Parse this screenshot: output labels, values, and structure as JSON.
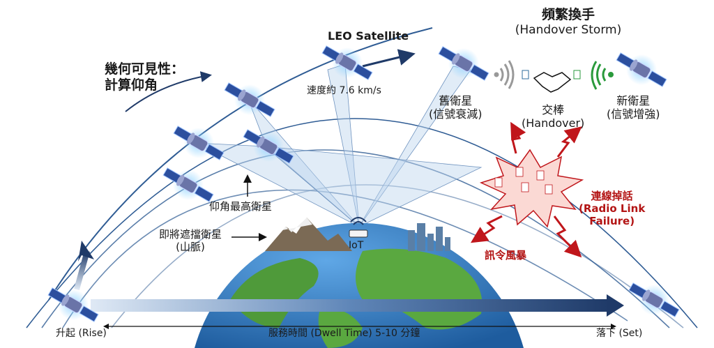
{
  "title": {
    "line1": "頻繁換手",
    "line2": "(Handover Storm)"
  },
  "leo_label": "LEO Satellite",
  "geometry": {
    "line1": "幾何可見性：",
    "line2": "計算仰角"
  },
  "speed": "速度約 7.6 km/s",
  "old_sat": {
    "line1": "舊衛星",
    "line2": "(信號衰減)"
  },
  "handover": {
    "line1": "交棒",
    "line2": "(Handover)"
  },
  "new_sat": {
    "line1": "新衛星",
    "line2": "(信號增強)"
  },
  "highest": "仰角最高衛星",
  "blocked": {
    "line1": "即將遮擋衛星",
    "line2": "(山脈)"
  },
  "iot": "IoT",
  "signaling_storm": "訊令風暴",
  "rlf": {
    "line1": "連線掉話",
    "line2": "(Radio Link",
    "line3": "Failure)"
  },
  "rise": "升起 (Rise)",
  "dwell": "服務時間 (Dwell Time) 5-10 分鐘",
  "set": "落下 (Set)",
  "colors": {
    "navy": "#1f3a68",
    "red": "#c0161b",
    "green": "#2a9a3c",
    "earth_sea": "#2f7cc4",
    "land": "#4f9a3a"
  }
}
